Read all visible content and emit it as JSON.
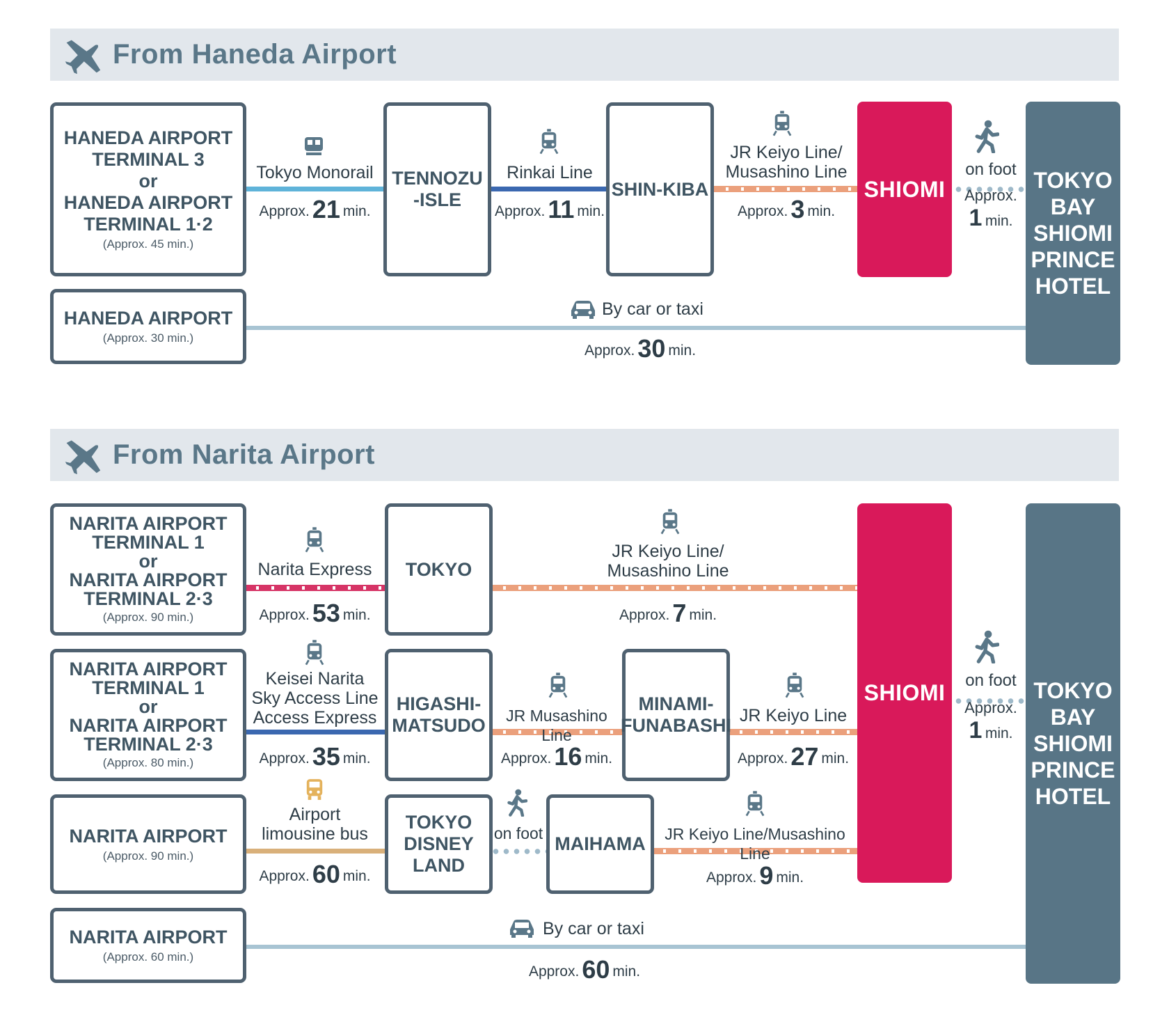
{
  "haneda": {
    "header": "From Haneda Airport",
    "origin_rail": {
      "name": "HANEDA AIRPORT\nTERMINAL 3\nor\nHANEDA AIRPORT\nTERMINAL 1·2",
      "time": "(Approx. 45 min.)"
    },
    "origin_car": {
      "name": "HANEDA AIRPORT",
      "time": "(Approx. 30 min.)"
    },
    "stations": {
      "tennozu": "TENNOZU\n-ISLE",
      "shinkiba": "SHIN-KIBA",
      "shiomi": "SHIOMI"
    },
    "legs": [
      {
        "line": "Tokyo Monorail",
        "prefix": "Approx.",
        "num": "21",
        "unit": "min."
      },
      {
        "line": "Rinkai Line",
        "prefix": "Approx.",
        "num": "11",
        "unit": "min."
      },
      {
        "line": "JR Keiyo Line/\nMusashino Line",
        "prefix": "Approx.",
        "num": "3",
        "unit": "min."
      }
    ],
    "walk": {
      "label": "on foot",
      "prefix": "Approx.",
      "num": "1",
      "unit": "min."
    },
    "car": {
      "label": "By car or taxi",
      "prefix": "Approx.",
      "num": "30",
      "unit": "min."
    },
    "hotel": "TOKYO\nBAY\nSHIOMI\nPRINCE\nHOTEL"
  },
  "narita": {
    "header": "From Narita Airport",
    "origins": [
      {
        "name": "NARITA AIRPORT\nTERMINAL 1\nor\nNARITA AIRPORT\nTERMINAL 2·3",
        "time": "(Approx. 90 min.)"
      },
      {
        "name": "NARITA AIRPORT\nTERMINAL 1\nor\nNARITA AIRPORT\nTERMINAL 2·3",
        "time": "(Approx. 80 min.)"
      },
      {
        "name": "NARITA AIRPORT",
        "time": "(Approx. 90 min.)"
      },
      {
        "name": "NARITA AIRPORT",
        "time": "(Approx. 60 min.)"
      }
    ],
    "stations": {
      "tokyo": "TOKYO",
      "higashi": "HIGASHI-\nMATSUDO",
      "minami": "MINAMI-\nFUNABASHI",
      "disney": "TOKYO\nDISNEY\nLAND",
      "maihama": "MAIHAMA",
      "shiomi": "SHIOMI"
    },
    "legs": {
      "nex": {
        "line": "Narita Express",
        "prefix": "Approx.",
        "num": "53",
        "unit": "min."
      },
      "keiyo1": {
        "line": "JR Keiyo Line/\nMusashino Line",
        "prefix": "Approx.",
        "num": "7",
        "unit": "min."
      },
      "keisei": {
        "line": "Keisei Narita\nSky Access Line\nAccess Express",
        "prefix": "Approx.",
        "num": "35",
        "unit": "min."
      },
      "musashino": {
        "line": "JR Musashino Line",
        "prefix": "Approx.",
        "num": "16",
        "unit": "min."
      },
      "keiyo2": {
        "line": "JR Keiyo Line",
        "prefix": "Approx.",
        "num": "27",
        "unit": "min."
      },
      "bus": {
        "line": "Airport\nlimousine bus",
        "prefix": "Approx.",
        "num": "60",
        "unit": "min."
      },
      "walk_maihama": {
        "line": "on foot"
      },
      "keiyo3": {
        "line": "JR Keiyo Line/Musashino Line",
        "prefix": "Approx.",
        "num": "9",
        "unit": "min."
      }
    },
    "walk": {
      "label": "on foot",
      "prefix": "Approx.",
      "num": "1",
      "unit": "min."
    },
    "car": {
      "label": "By car or taxi",
      "prefix": "Approx.",
      "num": "60",
      "unit": "min."
    },
    "hotel": "TOKYO\nBAY\nSHIOMI\nPRINCE\nHOTEL"
  },
  "icons": [
    "plane-icon",
    "monorail-icon",
    "train-icon",
    "walk-icon",
    "car-icon",
    "bus-icon"
  ],
  "colors": {
    "shiomi": "#d9195a",
    "hotel": "#587586",
    "header_bg": "#e2e7ec",
    "header_text": "#5a7788",
    "monorail": "#5fb3d9",
    "rinkai": "#3b68b0",
    "keiyo": "#eba07c",
    "nex": "#d63466",
    "car": "#a8c4d3",
    "bus": "#d9b07a"
  }
}
